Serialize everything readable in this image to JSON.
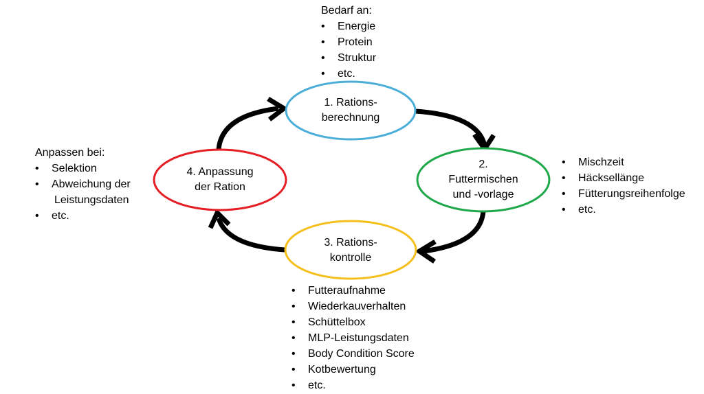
{
  "nodes": {
    "n1": {
      "line1": "1. Rations-",
      "line2": "berechnung",
      "color": "#4aaed9"
    },
    "n2": {
      "line1": "2.",
      "line2": "Futtermischen",
      "line3": "und -vorlage",
      "color": "#1ea84a"
    },
    "n3": {
      "line1": "3. Rations-",
      "line2": "kontrolle",
      "color": "#f5bf1b"
    },
    "n4": {
      "line1": "4. Anpassung",
      "line2": "der Ration",
      "color": "#e51e25"
    }
  },
  "notes": {
    "top": {
      "title": "Bedarf an:",
      "items": [
        "Energie",
        "Protein",
        "Struktur",
        "etc."
      ]
    },
    "right": {
      "items": [
        "Mischzeit",
        "Häcksellänge",
        "Fütterungsreihenfolge",
        "etc."
      ]
    },
    "bottom": {
      "items": [
        "Futteraufnahme",
        "Wiederkauverhalten",
        "Schüttelbox",
        "MLP-Leistungsdaten",
        "Body Condition Score",
        "Kotbewertung",
        "etc."
      ]
    },
    "left": {
      "title": "Anpassen bei:",
      "items": [
        "Selektion",
        "Abweichung der",
        "etc."
      ],
      "continuation": "Leistungsdaten"
    }
  }
}
